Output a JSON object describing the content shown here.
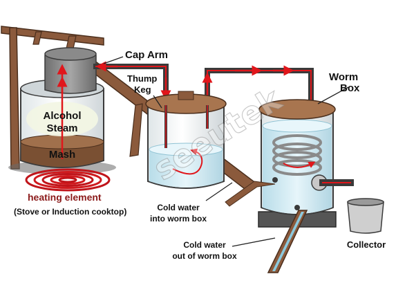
{
  "labels": {
    "cap_arm": "Cap Arm",
    "thump_keg_1": "Thump",
    "thump_keg_2": "Keg",
    "worm_box_1": "Worm",
    "worm_box_2": "Box",
    "alcohol_steam_1": "Alcohol",
    "alcohol_steam_2": "Steam",
    "mash": "Mash",
    "heating_element": "heating element",
    "heating_note": "(Stove or Induction cooktop)",
    "cold_in_1": "Cold water",
    "cold_in_2": "into worm box",
    "cold_out_1": "Cold water",
    "cold_out_2": "out of worm box",
    "collector": "Collector"
  },
  "watermark": "seeutek",
  "colors": {
    "steam_flow": "#e0161b",
    "pipe": "#3a3a3a",
    "wood": "#8b5a3c",
    "lid": "#a8754f",
    "water": "#cfeaf3",
    "mash": "#7a5033",
    "metal": "#8c8c8c"
  }
}
